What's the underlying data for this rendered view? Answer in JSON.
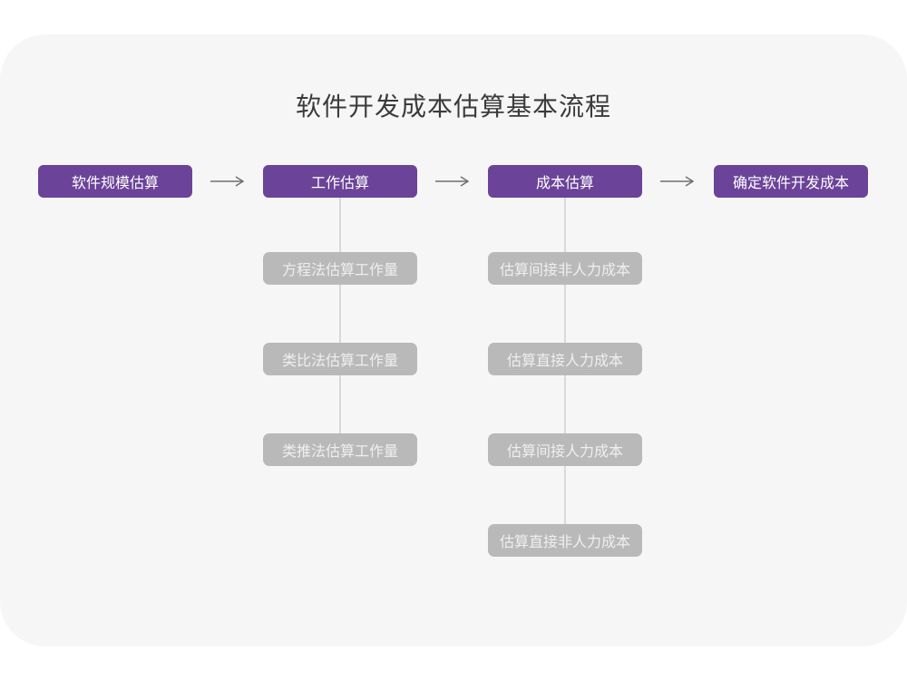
{
  "title": "软件开发成本估算基本流程",
  "colors": {
    "card_background": "#f6f6f7",
    "primary_node": "#6b4398",
    "primary_node_text": "#ffffff",
    "sub_node": "#b9b9b9",
    "sub_node_text": "#efefef",
    "connector_line": "#d9d9d9",
    "arrow": "#6e6e6e",
    "title_text": "#3b3b3b"
  },
  "flow": {
    "main_steps": [
      {
        "label": "软件规模估算"
      },
      {
        "label": "工作估算"
      },
      {
        "label": "成本估算"
      },
      {
        "label": "确定软件开发成本"
      }
    ],
    "work_estimation_methods": [
      "方程法估算工作量",
      "类比法估算工作量",
      "类推法估算工作量"
    ],
    "cost_estimation_items": [
      "估算间接非人力成本",
      "估算直接人力成本",
      "估算间接人力成本",
      "估算直接非人力成本"
    ]
  }
}
